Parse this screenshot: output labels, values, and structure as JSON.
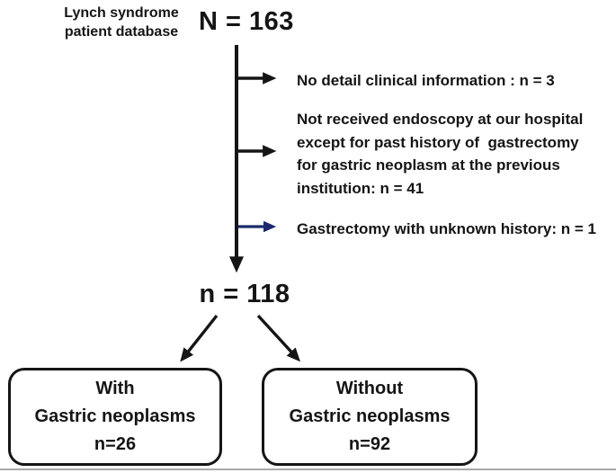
{
  "figure": {
    "source_label": "Lynch syndrome\npatient database",
    "total_count": "N = 163",
    "intermediate_count": "n = 118"
  },
  "exclusions": [
    {
      "text": "No detail clinical information : n = 3"
    },
    {
      "text": "Not received endoscopy at our hospital\nexcept for past history of  gastrectomy\nfor gastric neoplasm at the previous\ninstitution: n = 41"
    },
    {
      "text": "Gastrectomy with unknown history: n = 1"
    }
  ],
  "outcomes": [
    {
      "text": "With\nGastric neoplasms\nn=26"
    },
    {
      "text": "Without\nGastric neoplasms\nn=92"
    }
  ],
  "colors": {
    "line_black": "#151515",
    "line_navy": "#1c2a6d",
    "box_border": "#151515",
    "background": "#ffffff",
    "bottom_rule": "#a9a9a9"
  }
}
